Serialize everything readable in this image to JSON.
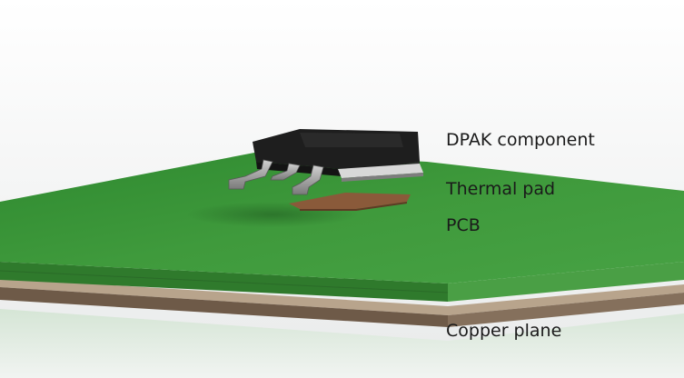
{
  "labels": {
    "dpak": "DPAK component",
    "thermal_pad": "Thermal pad",
    "pcb": "PCB",
    "copper_plane": "Copper plane"
  },
  "colors": {
    "pcb_top": "#3f9a3c",
    "pcb_edge": "#2f7a2c",
    "pcb_front": "#4a9f45",
    "copper_top": "#b8a48c",
    "copper_front": "#6e5a48",
    "thermal_pad": "#8a5a3a",
    "component_body": "#1e1e1e",
    "component_top": "#2a2a2a",
    "leads": "#a8a8a8"
  }
}
